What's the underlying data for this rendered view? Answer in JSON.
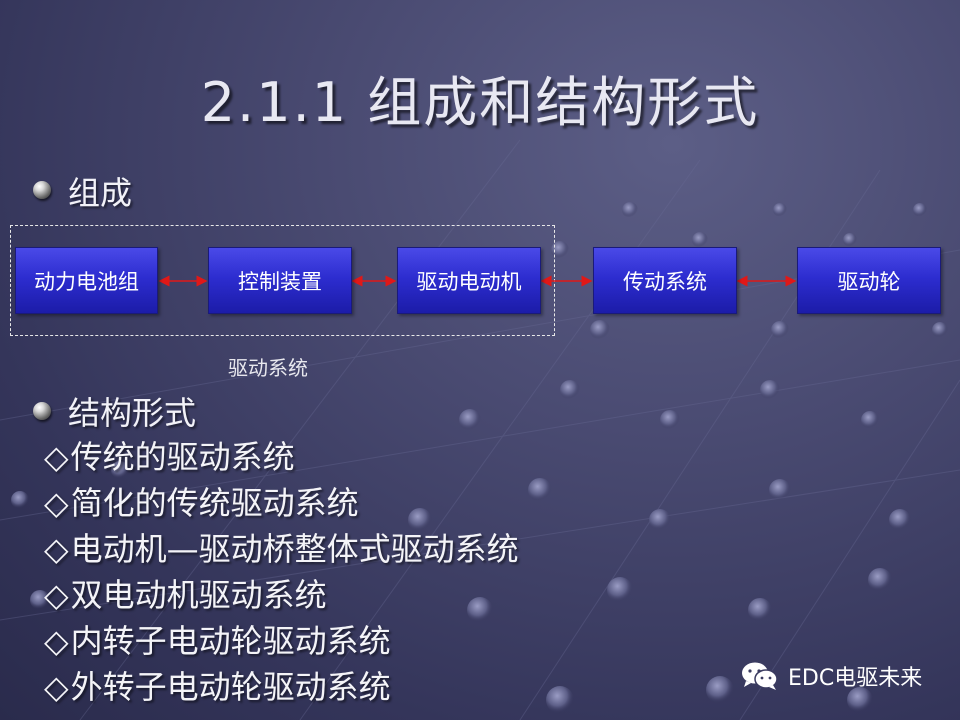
{
  "title": "2.1.1 组成和结构形式",
  "section1": {
    "heading": "组成"
  },
  "diagram": {
    "boxes": [
      "动力电池组",
      "控制装置",
      "驱动电动机",
      "传动系统",
      "驱动轮"
    ],
    "group_label": "驱动系统",
    "colors": {
      "box": "#2d2dd0",
      "arrow": "#e01818",
      "frame": "#e8e8e8"
    }
  },
  "section2": {
    "heading": "结构形式",
    "marker": "◇",
    "items": [
      "传统的驱动系统",
      "简化的传统驱动系统",
      "电动机—驱动桥整体式驱动系统",
      "双电动机驱动系统",
      "内转子电动轮驱动系统",
      "外转子电动轮驱动系统"
    ]
  },
  "watermark": {
    "icon": "wechat-icon",
    "text": "EDC电驱未来"
  }
}
